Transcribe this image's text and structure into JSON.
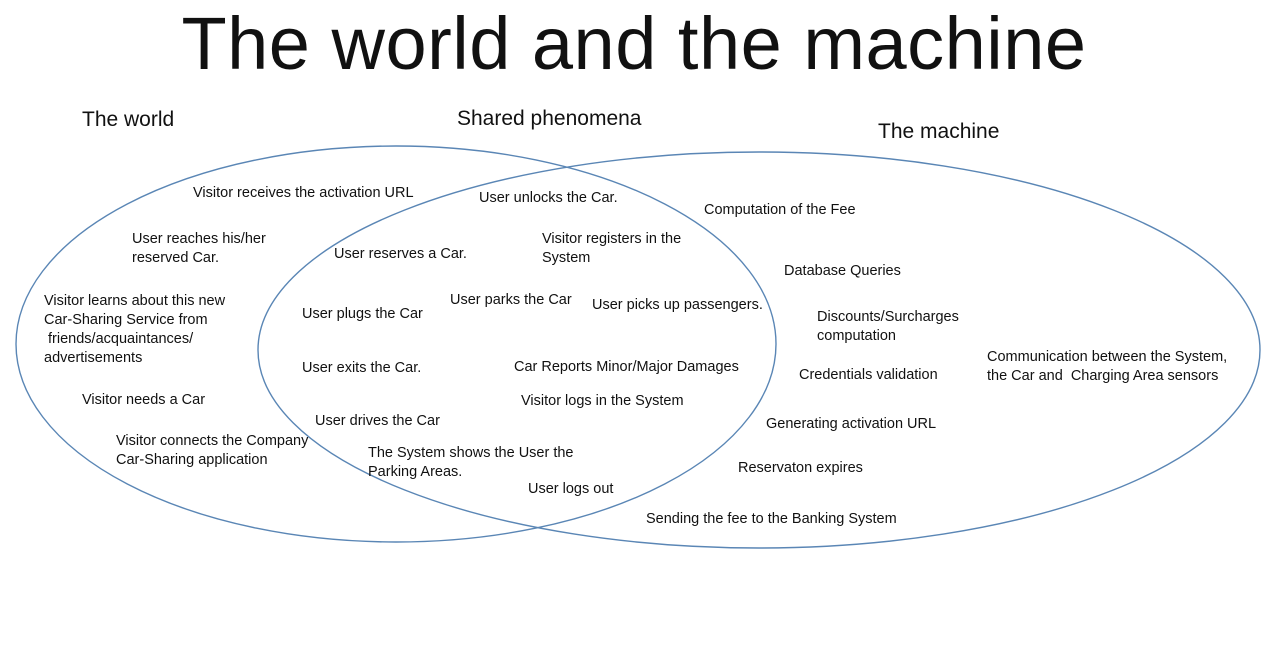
{
  "title": "The world and the machine",
  "headings": {
    "world": "The world",
    "shared": "Shared phenomena",
    "machine": "The machine"
  },
  "colors": {
    "ellipse_stroke": "#5a86b5",
    "text": "#111111"
  },
  "world_only": [
    "Visitor receives the activation URL",
    "User reaches his/her\nreserved Car.",
    "Visitor learns about this new\nCar-Sharing Service from\n friends/acquaintances/\nadvertisements",
    "Visitor needs a Car",
    "Visitor connects the Company\nCar-Sharing application"
  ],
  "shared": [
    "User unlocks the Car.",
    "User reserves a Car.",
    "Visitor registers in the\nSystem",
    "User plugs the Car",
    "User parks the Car",
    "User picks up passengers.",
    "User exits the Car.",
    "Car Reports Minor/Major Damages",
    "Visitor logs in the System",
    "User drives the Car",
    "The System shows the User the\nParking Areas.",
    "User logs out"
  ],
  "machine_only": [
    "Computation of the Fee",
    "Database Queries",
    "Discounts/Surcharges\ncomputation",
    "Credentials validation",
    "Communication between the System,\nthe Car and  Charging Area sensors",
    "Generating activation URL",
    "Reservaton expires",
    "Sending the fee to the Banking System"
  ]
}
